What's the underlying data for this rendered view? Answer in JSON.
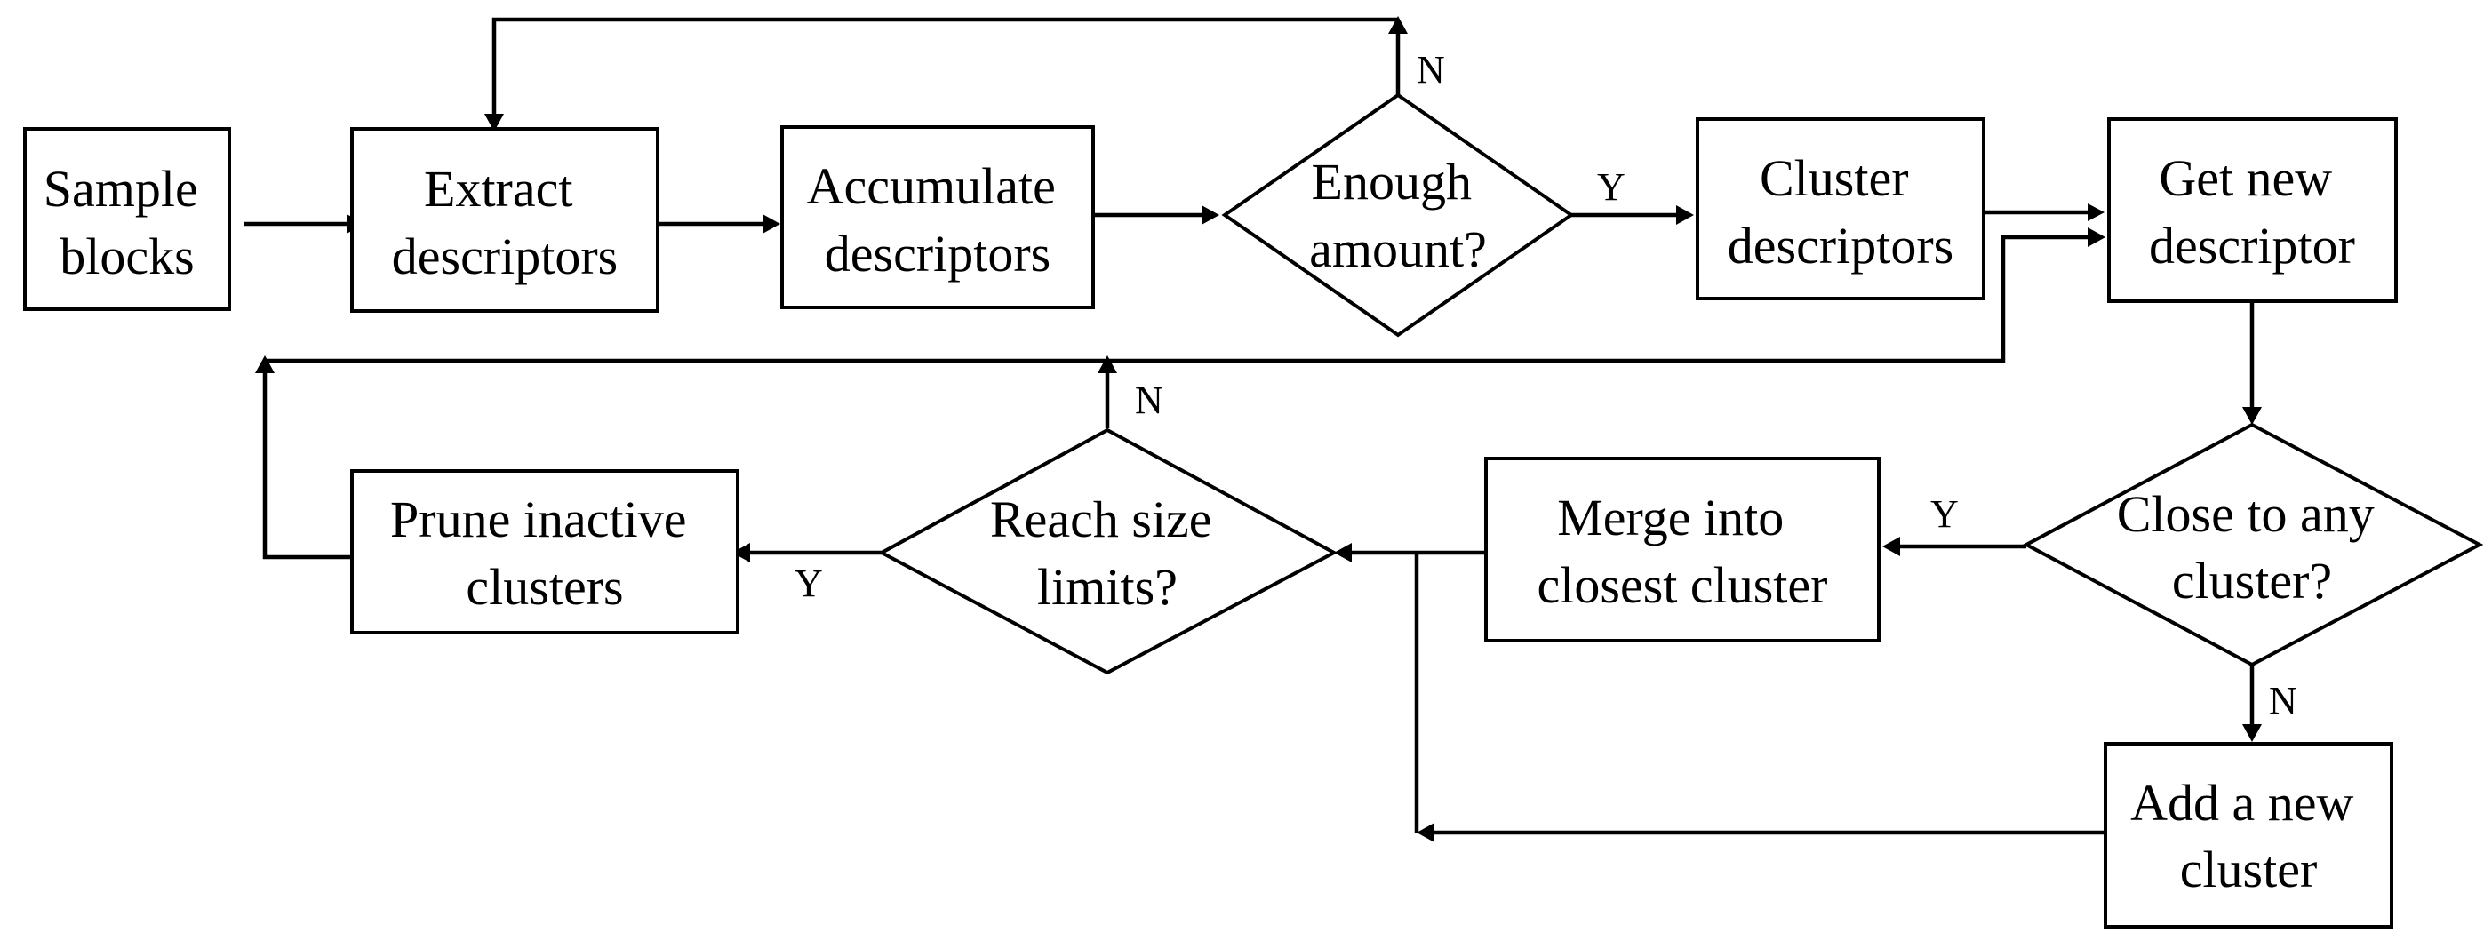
{
  "nodes": {
    "sample": {
      "lines": [
        "Sample",
        "blocks"
      ]
    },
    "extract": {
      "lines": [
        "Extract",
        "descriptors"
      ]
    },
    "accumulate": {
      "lines": [
        "Accumulate",
        "descriptors"
      ]
    },
    "enough": {
      "lines": [
        "Enough",
        "amount?"
      ]
    },
    "cluster": {
      "lines": [
        "Cluster",
        "descriptors"
      ]
    },
    "getnew": {
      "lines": [
        "Get new",
        "descriptor"
      ]
    },
    "close": {
      "lines": [
        "Close to any",
        "cluster?"
      ]
    },
    "merge": {
      "lines": [
        "Merge into",
        "closest cluster"
      ]
    },
    "reach": {
      "lines": [
        "Reach size",
        "limits?"
      ]
    },
    "prune": {
      "lines": [
        "Prune inactive",
        "clusters"
      ]
    },
    "addnew": {
      "lines": [
        "Add a new",
        "cluster"
      ]
    }
  },
  "edge_labels": {
    "enough_no": "N",
    "enough_yes": "Y",
    "reach_no": "N",
    "reach_yes": "Y",
    "close_yes": "Y",
    "close_no": "N"
  }
}
